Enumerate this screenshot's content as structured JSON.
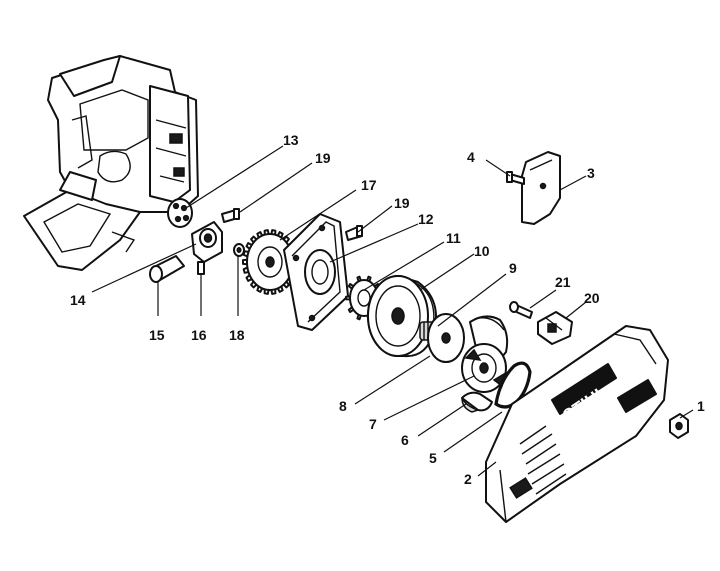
{
  "brand_text": "STIHL",
  "callouts": [
    {
      "id": "1",
      "label": "1"
    },
    {
      "id": "2",
      "label": "2"
    },
    {
      "id": "3",
      "label": "3"
    },
    {
      "id": "4",
      "label": "4"
    },
    {
      "id": "5",
      "label": "5"
    },
    {
      "id": "6",
      "label": "6"
    },
    {
      "id": "7",
      "label": "7"
    },
    {
      "id": "8",
      "label": "8"
    },
    {
      "id": "9",
      "label": "9"
    },
    {
      "id": "10",
      "label": "10"
    },
    {
      "id": "11",
      "label": "11"
    },
    {
      "id": "12",
      "label": "12"
    },
    {
      "id": "13",
      "label": "13"
    },
    {
      "id": "14",
      "label": "14"
    },
    {
      "id": "15",
      "label": "15"
    },
    {
      "id": "16",
      "label": "16"
    },
    {
      "id": "17",
      "label": "17"
    },
    {
      "id": "18",
      "label": "18"
    },
    {
      "id": "19a",
      "label": "19"
    },
    {
      "id": "19b",
      "label": "19"
    },
    {
      "id": "20",
      "label": "20"
    },
    {
      "id": "21",
      "label": "21"
    }
  ]
}
